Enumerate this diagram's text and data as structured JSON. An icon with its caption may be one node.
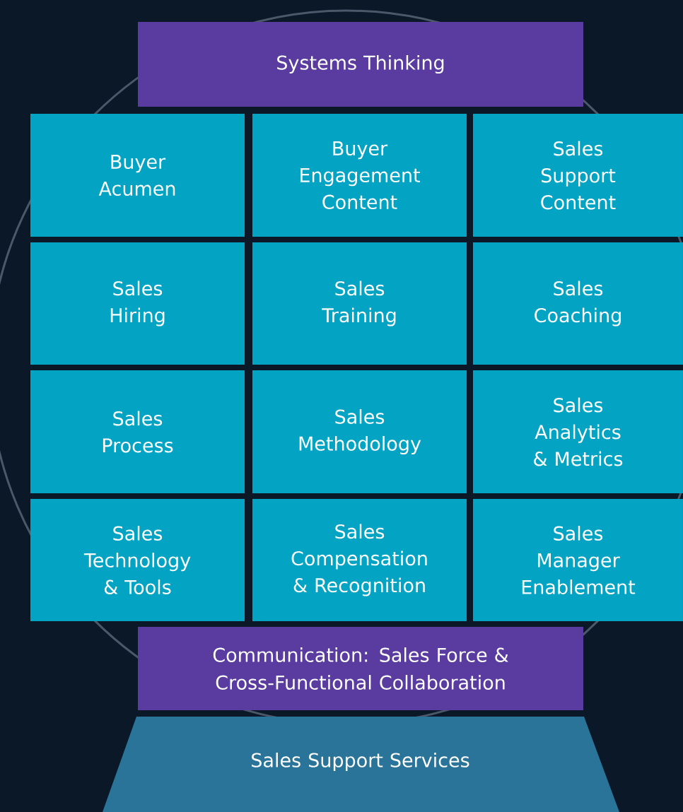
{
  "diagram": {
    "nodes": [
      {
        "text": [
          "Systems Thinking"
        ]
      },
      {
        "text": [
          "Buyer Acumen"
        ]
      },
      {
        "text": [
          "Buyer Engagement Content"
        ]
      },
      {
        "text": [
          "Sales Support Content"
        ]
      },
      {
        "text": [
          "Sales Hiring"
        ]
      },
      {
        "text": [
          "Sales Training"
        ]
      },
      {
        "text": [
          "Sales Coaching"
        ]
      },
      {
        "text": [
          "Sales Process"
        ]
      },
      {
        "text": [
          "Sales Methodology"
        ]
      },
      {
        "text": [
          "Sales Analytics & Metrics"
        ]
      },
      {
        "text": [
          "Sales Technology & Tools"
        ]
      },
      {
        "text": [
          "Sales Compensation & Recognition"
        ]
      },
      {
        "text": [
          "Sales Manager Enablement"
        ]
      },
      {
        "text": [
          "Communication: Sales Force & Cross-Functional Collaboration"
        ]
      },
      {
        "text": [
          "Sales Support Services"
        ]
      }
    ]
  }
}
